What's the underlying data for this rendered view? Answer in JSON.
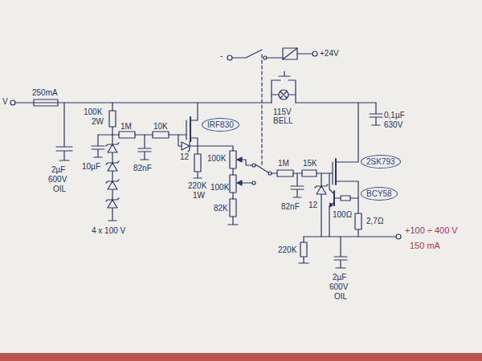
{
  "diagram": {
    "labels": [
      "V",
      "250mA",
      "2µF",
      "600V",
      "OIL",
      "100K",
      "2W",
      "1M",
      "10K",
      "10µF",
      "4 x 100 V",
      "82nF",
      "12",
      "IRF830",
      "220K",
      "1W",
      "100K",
      "100K",
      "82K",
      "-",
      "+24V",
      "115V",
      "BELL",
      "1M",
      "15K",
      "82nF",
      "12",
      "2SK793",
      "BCY58",
      "100Ω",
      "2,7Ω",
      "220K",
      "2µF",
      "600V",
      "OIL",
      "+100 ÷ 400 V",
      "150 mA",
      "0,1µF",
      "630V"
    ]
  }
}
